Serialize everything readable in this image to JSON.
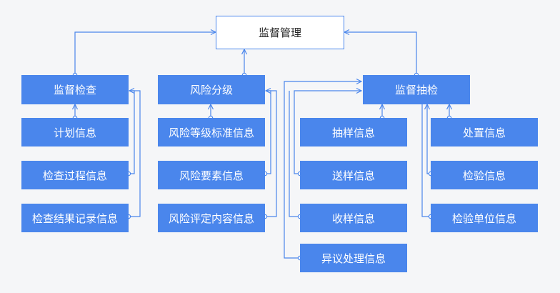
{
  "nodes": {
    "root": "监督管理",
    "supervision_inspection": "监督检查",
    "plan_info": "计划信息",
    "inspection_process_info": "检查过程信息",
    "inspection_result_info": "检查结果记录信息",
    "risk_grading": "风险分级",
    "risk_level_standard_info": "风险等级标准信息",
    "risk_factor_info": "风险要素信息",
    "risk_assessment_content_info": "风险评定内容信息",
    "supervision_sampling": "监督抽检",
    "sampling_info": "抽样信息",
    "sample_delivery_info": "送样信息",
    "sample_receipt_info": "收样信息",
    "objection_handling_info": "异议处理信息",
    "disposal_info": "处置信息",
    "testing_info": "检验信息",
    "testing_unit_info": "检验单位信息"
  },
  "colors": {
    "node_fill": "#4a86ec",
    "root_fill": "#ffffff",
    "connector": "#4a86ec",
    "background": "#f5f6f8"
  }
}
